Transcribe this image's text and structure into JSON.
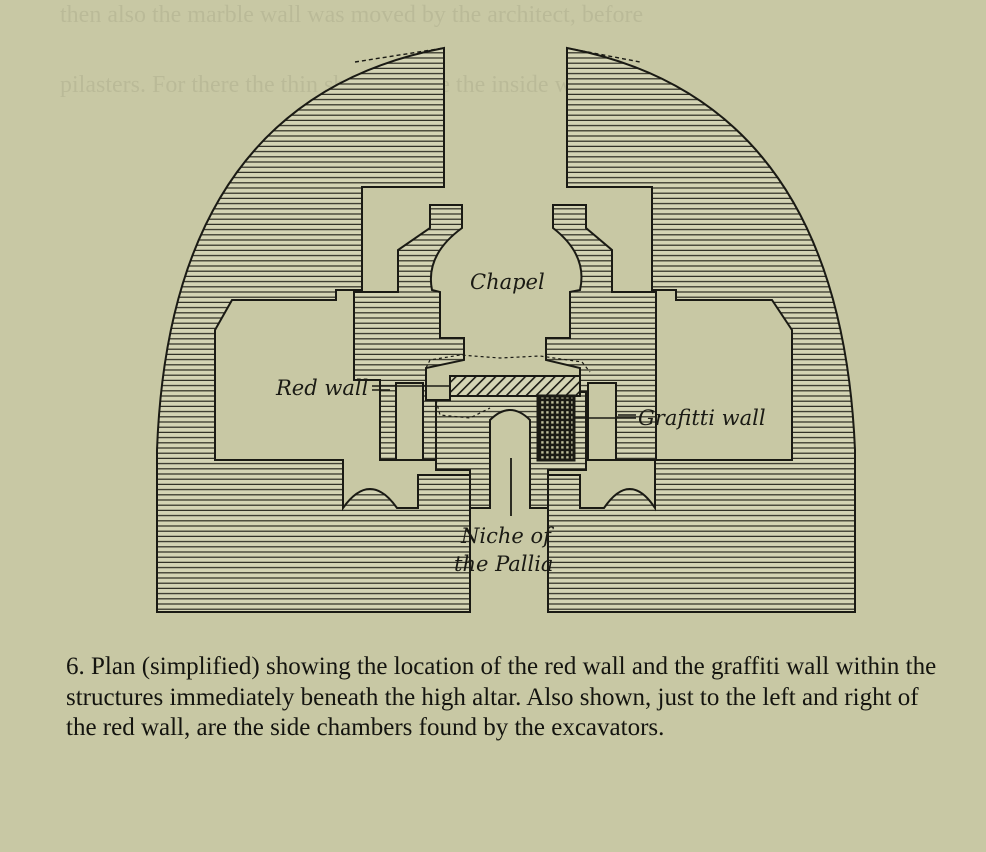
{
  "labels": {
    "chapel": "Chapel",
    "red_wall": "Red wall",
    "graffiti_wall": "Grafitti wall",
    "niche_line1": "Niche of",
    "niche_line2": "the Pallia"
  },
  "caption": "6. Plan (simplified) showing the location of the red wall and the graffiti wall within the structures immediately beneath the high altar. Also shown, just to the left and right of the red wall, are the side chambers found by the excavators.",
  "colors": {
    "paper": "#c8c8a4",
    "ink": "#1a1a14",
    "hatch_fill": "#d6d6b6"
  }
}
